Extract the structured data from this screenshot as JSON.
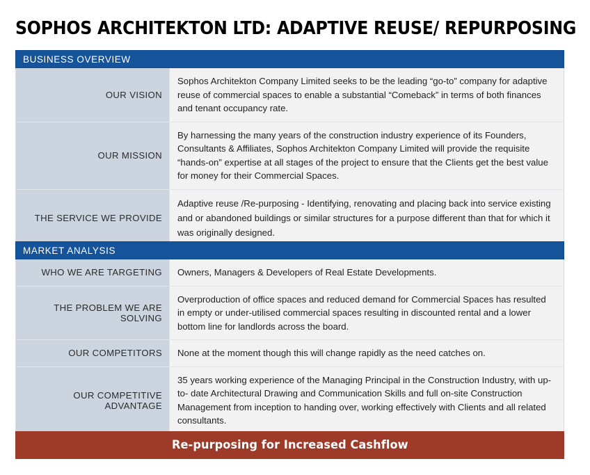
{
  "slide": {
    "title": "SOPHOS ARCHITEKTON LTD: ADAPTIVE REUSE/ REPURPOSING",
    "accent_blue": "#15539b",
    "label_cell_bg": "#ccd4df",
    "body_cell_bg": "#f2f2f2",
    "footer_red": "#9d3a28"
  },
  "sections": [
    {
      "header": "BUSINESS OVERVIEW",
      "rows": [
        {
          "label": "OUR VISION",
          "text": "Sophos Architekton Company Limited seeks to be the leading “go-to” company for adaptive reuse of commercial spaces to enable a substantial “Comeback” in terms of both finances and tenant occupancy rate."
        },
        {
          "label": "OUR MISSION",
          "text": "By harnessing the many years of the construction industry experience of its Founders, Consultants & Affiliates, Sophos Architekton Company Limited will provide the requisite “hands-on” expertise at all stages of the project to ensure that the Clients get the best value for money for their Commercial Spaces."
        },
        {
          "label": "THE SERVICE WE PROVIDE",
          "text": "Adaptive reuse /Re-purposing - Identifying, renovating and placing back into service existing and or abandoned buildings or similar structures for a purpose different than that for which it was originally designed."
        }
      ]
    },
    {
      "header": "MARKET ANALYSIS",
      "rows": [
        {
          "label": "WHO WE ARE TARGETING",
          "text": "Owners, Managers & Developers of Real Estate Developments."
        },
        {
          "label": "THE PROBLEM WE ARE SOLVING",
          "text": "Overproduction of office spaces and reduced demand for Commercial Spaces has resulted in empty or under-utilised commercial spaces resulting in discounted rental and a lower bottom line for landlords across the board."
        },
        {
          "label": "OUR COMPETITORS",
          "text": "None at the moment though this will change rapidly as the need catches on."
        },
        {
          "label": "OUR COMPETITIVE ADVANTAGE",
          "text": "35 years working experience of the Managing Principal in the Construction Industry, with up- to- date Architectural Drawing and Communication Skills and full on-site Construction Management from inception to handing over, working effectively with Clients and all related consultants."
        }
      ]
    }
  ],
  "footer": {
    "text": "Re-purposing for Increased Cashflow"
  }
}
